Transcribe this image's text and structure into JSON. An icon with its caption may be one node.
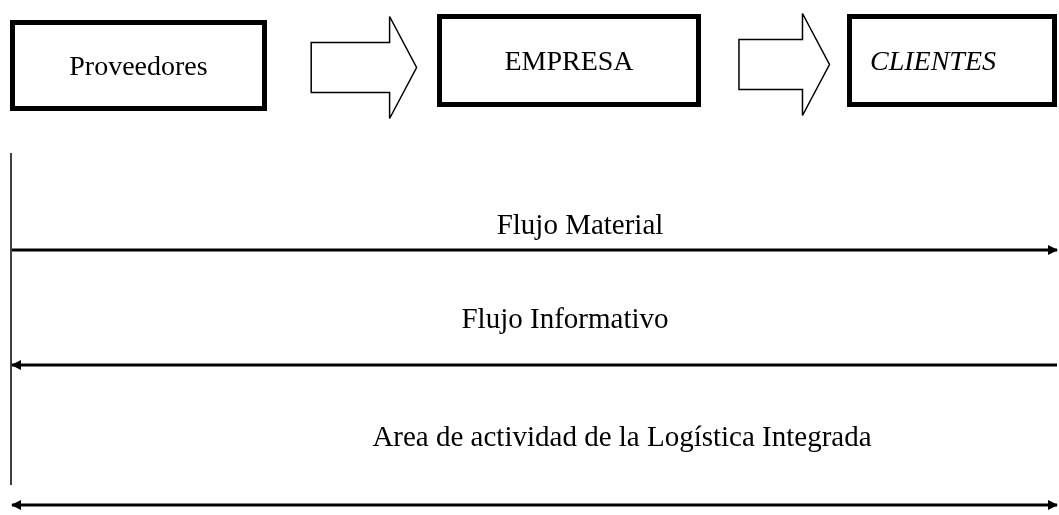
{
  "diagram": {
    "nodes": [
      {
        "text": [
          "Proveedores"
        ]
      },
      {
        "text": [
          "EMPRESA"
        ]
      },
      {
        "text": [
          "CLIENTES"
        ]
      }
    ],
    "edges": [
      {
        "from": 0,
        "to": 1,
        "arrow": "to"
      },
      {
        "from": 1,
        "to": 2,
        "arrow": "to"
      }
    ],
    "labels": [
      "Flujo Material",
      "Flujo Informativo",
      "Area de actividad de la Logística Integrada"
    ]
  }
}
